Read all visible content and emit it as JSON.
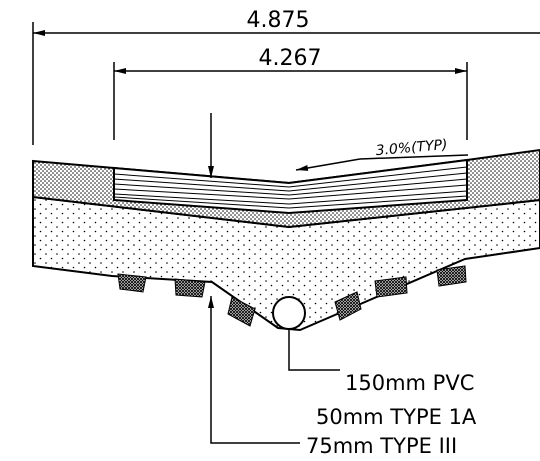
{
  "dimensions": {
    "overall_width": "4.875",
    "inner_width": "4.267"
  },
  "slope_label": "3.0%(TYP)",
  "callouts": {
    "pvc_pipe": "150mm  PVC",
    "type_1a": "50mm  TYPE  1A",
    "type_iii": "75mm  TYPE  III"
  },
  "colors": {
    "line": "#000000",
    "background": "#ffffff"
  }
}
